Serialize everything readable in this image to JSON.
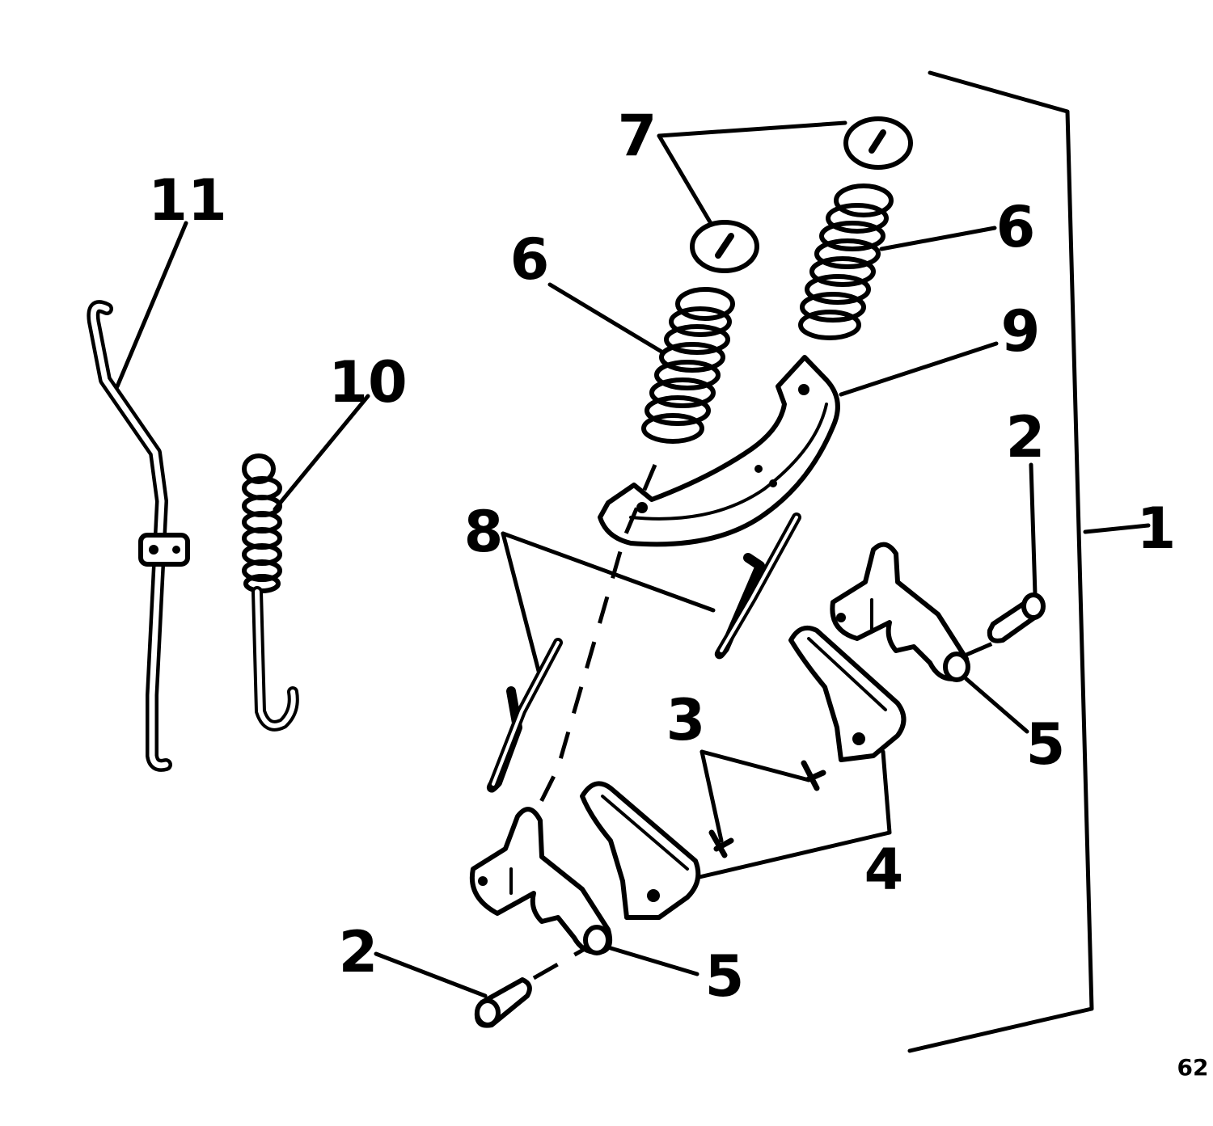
{
  "callouts": {
    "c1": "1",
    "c2a": "2",
    "c2b": "2",
    "c3": "3",
    "c4": "4",
    "c5a": "5",
    "c5b": "5",
    "c6a": "6",
    "c6b": "6",
    "c7": "7",
    "c8": "8",
    "c9": "9",
    "c10": "10",
    "c11": "11"
  },
  "figure_number": "62",
  "colors": {
    "ink": "#000000",
    "paper": "#ffffff"
  }
}
